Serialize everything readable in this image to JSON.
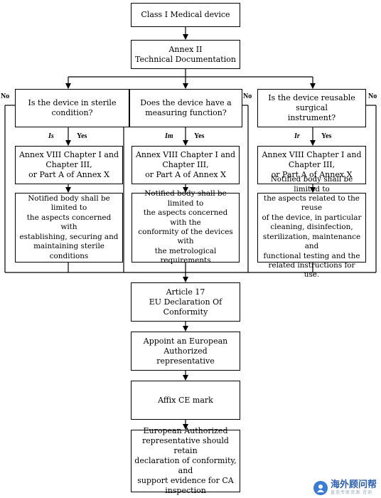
{
  "nodes": {
    "class": "Class I Medical device",
    "annex2": "Annex II\nTechnical Documentation",
    "q_sterile": "Is the device in sterile\ncondition?",
    "q_measure": "Does the device have a\nmeasuring function?",
    "q_reusable": "Is the device reusable surgical\ninstrument?",
    "annex_left": "Annex VIII Chapter I and\nChapter III,\nor Part A of Annex X",
    "annex_mid": "Annex VIII Chapter I and\nChapter III,\nor Part A of Annex X",
    "annex_right": "Annex VIII Chapter I and\nChapter III,\nor Part A of Annex X",
    "nb_sterile": "Notified body shall be limited to\nthe aspects concerned with\nestablishing, securing and\nmaintaining sterile conditions",
    "nb_measure": "Notified body shall be limited to\nthe aspects concerned with the\nconformity of the devices with\nthe metrological requirements",
    "nb_reuse": "Notified body shall be limited to\nthe aspects related to the reuse\nof the device, in particular\ncleaning, disinfection,\nsterilization, maintenance and\nfunctional testing and the\nrelated instructions for use.",
    "article17": "Article  17\nEU Declaration Of Conformity",
    "appoint": "Appoint an European\nAuthorized\nrepresentative",
    "affix": "Affix CE mark",
    "retain": "European Authorized\nrepresentative should retain\ndeclaration of conformity, and\nsupport evidence for CA\ninspection"
  },
  "labels": {
    "no": "No",
    "yes": "Yes",
    "is": "Is",
    "im": "Im",
    "ir": "Ir"
  },
  "watermark": {
    "name": "海外顾问帮",
    "sub": "直连专家资源 咨询"
  }
}
